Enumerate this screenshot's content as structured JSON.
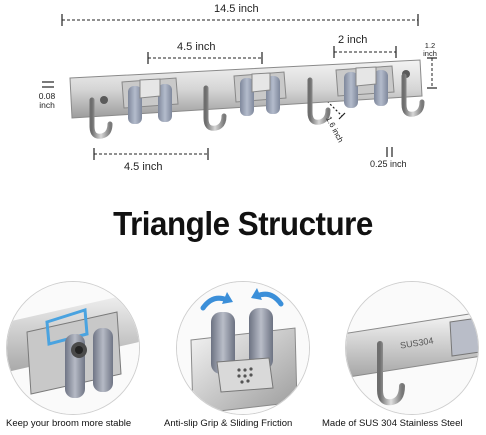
{
  "dimensions": {
    "total_length": "14.5 inch",
    "clip_spacing_top": "4.5 inch",
    "clip_width": "2 inch",
    "height": [
      "1.2",
      "inch"
    ],
    "thickness": [
      "0.08",
      "inch"
    ],
    "hook_depth": "1.6 inch",
    "clip_spacing_bottom": "4.5 inch",
    "hook_thickness": "0.25 inch"
  },
  "headline": "Triangle Structure",
  "features": [
    {
      "caption": "Keep your broom more stable"
    },
    {
      "caption": "Anti-slip Grip & Sliding Friction"
    },
    {
      "caption": "Made of SUS 304 Stainless Steel",
      "engraving": "SUS304"
    }
  ],
  "colors": {
    "steel_light": "#e8e8e8",
    "steel_dark": "#8a8a8a",
    "clip_grey": "#9aa3b5",
    "arrow_blue": "#3b8fd9",
    "outline_blue": "#4aa3e0"
  }
}
